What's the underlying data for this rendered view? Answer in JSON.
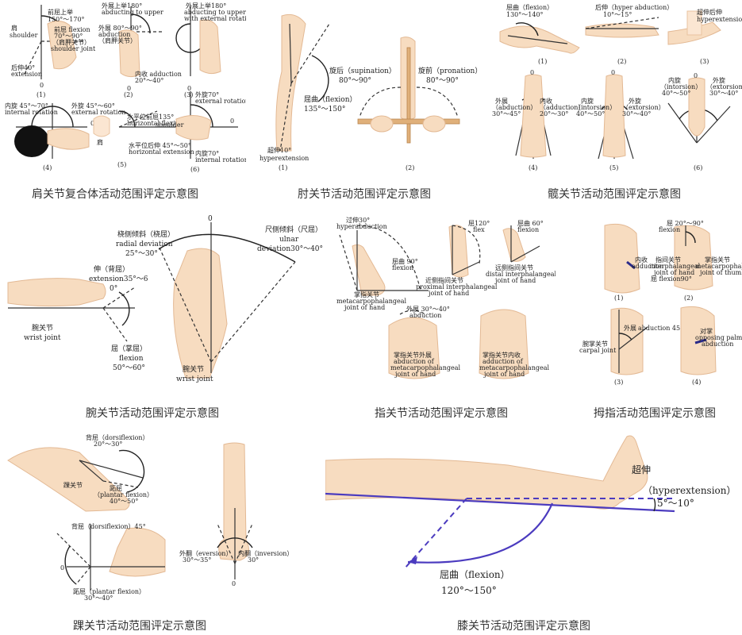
{
  "shoulder": {
    "caption": "肩关节复合体活动范围评定示意图",
    "labels": {
      "front_raise": "前屈上举",
      "front_raise_range": "150°～170°",
      "shoulder_zh": "肩",
      "shoulder_en": "shoulder",
      "flexion_zh": "前屈 flexion",
      "flexion_range": "70°～90°",
      "shoulder_joint_zh": "（肩胛关节）",
      "shoulder_joint_en": "shoulder joint",
      "extension_zh": "后伸40°",
      "extension_en": "extension",
      "abduct_upper_zh": "外展上举180°",
      "abduct_upper_en": "abducting to upper",
      "abduct_range": "外展 80°～90°",
      "abduct_en": "abduction",
      "scapula_zh": "（肩胛关节）",
      "adduct_zh": "内收 adduction",
      "adduct_range": "20°～40°",
      "ext_rot_upper_zh": "外展上举180°",
      "ext_rot_upper_en": "abducting to upper",
      "ext_rot_upper_en2": "with external rotation",
      "int_rot_zh": "内旋 45°～70°",
      "int_rot_en": "internal rotation",
      "ext_rot_zh": "外旋 45°～60°",
      "ext_rot_en": "external rotation",
      "horiz_flex_zh": "水平位前屈135°",
      "horiz_flex_en": "horizontal flexion",
      "horiz_ext_zh": "水平位后伸 45°～50°",
      "horiz_ext_en": "horizontal extension",
      "shoulder_lbl_zh": "肩",
      "ext_rot_70_zh": "外旋70°",
      "ext_rot_70_en": "external rotation",
      "int_rot_70_zh": "内旋70°",
      "int_rot_70_en": "internal rotation",
      "shoulder_en6": "shoulder",
      "zero": "0",
      "n1": "(1)",
      "n2": "(2)",
      "n3": "(3)",
      "n4": "(4)",
      "n5": "(5)",
      "n6": "(6)"
    }
  },
  "elbow": {
    "caption": "肘关节活动范围评定示意图",
    "labels": {
      "flexion": "屈曲（flexion）",
      "flexion_range": "135°～150°",
      "hyper_zh": "超伸10°",
      "hyper_en": "hyperextension",
      "supination": "旋后（supination）",
      "supination_range": "80°～90°",
      "pronation": "旋前（pronation）",
      "pronation_range": "80°～90°",
      "n1": "(1)",
      "n2": "(2)"
    }
  },
  "hip": {
    "caption": "髋关节活动范围评定示意图",
    "labels": {
      "flexion": "屈曲（flexion）",
      "flexion_range": "130°～140°",
      "hyper_abduct_zh": "后伸（hyper abduction）",
      "hyper_abduct_range": "10°～15°",
      "hyperext_zh": "超伸后伸",
      "hyperext_en": "hyperextension",
      "abduct_zh": "外展",
      "abduct_en": "（abduction）",
      "abduct_range": "30°～45°",
      "adduct_zh": "内收",
      "adduct_en": "（adduction）",
      "adduct_range": "20°～30°",
      "intorsion_zh": "内旋",
      "intorsion_en": "（intorsion）",
      "intorsion_range": "40°～50°",
      "extorsion_zh": "外旋",
      "extorsion_en": "（extorsion）",
      "extorsion_range": "30°～40°",
      "intorsion6_zh": "内旋",
      "intorsion6_en": "（intorsion）",
      "intorsion6_range": "40°～50°",
      "extorsion6_zh": "外旋",
      "extorsion6_en": "（extorsion）",
      "extorsion6_range": "30°～40°",
      "zero": "0",
      "n1": "(1)",
      "n2": "(2)",
      "n3": "(3)",
      "n4": "(4)",
      "n5": "(5)",
      "n6": "(6)"
    }
  },
  "wrist": {
    "caption": "腕关节活动范围评定示意图",
    "labels": {
      "radial_zh": "桡侧倾斜（桡屈）",
      "radial_en": "radial deviation",
      "radial_range": "25°～30°",
      "ulnar_zh": "尺侧倾斜（尺屈）",
      "ulnar_en": "ulnar",
      "ulnar_range": "deviation30°～40°",
      "ext_zh": "伸（背屈）",
      "ext_en": "extension35°～6",
      "zero_deg": "0°",
      "joint_zh": "腕关节",
      "joint_en": "wrist joint",
      "flex_zh": "屈（掌屈）",
      "flex_en": "flexion",
      "flex_range": "50°～60°",
      "joint2_zh": "腕关节",
      "joint2_en": "wrist joint",
      "zero": "0"
    }
  },
  "finger": {
    "caption": "指关节活动范围评定示意图",
    "labels": {
      "hyper_zh": "过伸30°",
      "hyper_en": "hyperabduction",
      "flex90_zh": "屈曲 90°",
      "flex90_en": "flexion",
      "mcp_zh": "掌指关节",
      "mcp_en": "metacarpophalangeal",
      "mcp_en2": "joint of hand",
      "flex120_zh": "屈120°",
      "flex120_en": "flex",
      "pip_zh": "近侧指间关节",
      "pip_en": "proximal interphalangeal",
      "pip_en2": "joint of hand",
      "flex60_zh": "屈曲 60°",
      "flex60_en": "flexion",
      "dip_zh": "远侧指间关节",
      "dip_en": "distal interphalangeal",
      "dip_en2": "joint of hand",
      "abd_zh": "外展 30°～40°",
      "abd_en": "abduction",
      "mcp_abd_zh": "掌指关节外展",
      "mcp_abd_en": "abduction of",
      "mcp_abd_en2": "metacarpophalangeal",
      "mcp_abd_en3": "joint of hand",
      "mcp_add_zh": "掌指关节内收",
      "mcp_add_en": "adduction of",
      "mcp_add_en2": "metacarpophalangeal",
      "mcp_add_en3": "joint of hand"
    }
  },
  "thumb": {
    "caption": "拇指活动范围评定示意图",
    "labels": {
      "add_zh": "内收",
      "add_en": "adduction",
      "flex_zh": "屈 20°～90°",
      "flex_en": "flexion",
      "ip_zh": "指间关节",
      "ip_en": "interphalangeal",
      "ip_en2": "joint of hand",
      "ip_flex": "屈 flexion90°",
      "mcp_zh": "掌指关节",
      "mcp_en": "metacarpophalangeal",
      "mcp_en2": "joint of thumb",
      "abd_zh": "外展",
      "abd_en": "abduction 45°",
      "carpal_zh": "腕掌关节",
      "carpal_en": "carpal joint",
      "opp_zh": "对掌",
      "opp_en": "opposing palm",
      "opp_en2": "abduction",
      "n1": "(1)",
      "n2": "(2)",
      "n3": "(3)",
      "n4": "(4)"
    }
  },
  "ankle": {
    "caption": "踝关节活动范围评定示意图",
    "labels": {
      "dorsi_zh": "背屈（dorsiflexion）",
      "dorsi_range": "20°～30°",
      "joint_zh": "踝关节",
      "plantar_zh": "跖屈",
      "plantar_en": "（plantar flexion）",
      "plantar_range": "40°～50°",
      "dorsi2_zh": "背屈（dorsiflexion）45°",
      "plantar2_zh": "跖屈（plantar flexion）",
      "plantar2_range": "30°～40°",
      "evers_zh": "外翻（eversion）",
      "evers_range": "30°～35°",
      "invers_zh": "内翻（inversion）",
      "invers_range": "30°",
      "zero": "0",
      "zero2": "0"
    }
  },
  "knee": {
    "caption": "膝关节活动范围评定示意图",
    "labels": {
      "hyper_zh": "超伸",
      "hyper_en": "（hyperextension）",
      "hyper_range": "5°～10°",
      "flex_zh": "屈曲（flexion）",
      "flex_range": "120°～150°"
    }
  },
  "colors": {
    "skin": "#f7dcc0",
    "line_blue": "#4b3bbf",
    "line_dark": "#222222",
    "background": "#ffffff"
  }
}
